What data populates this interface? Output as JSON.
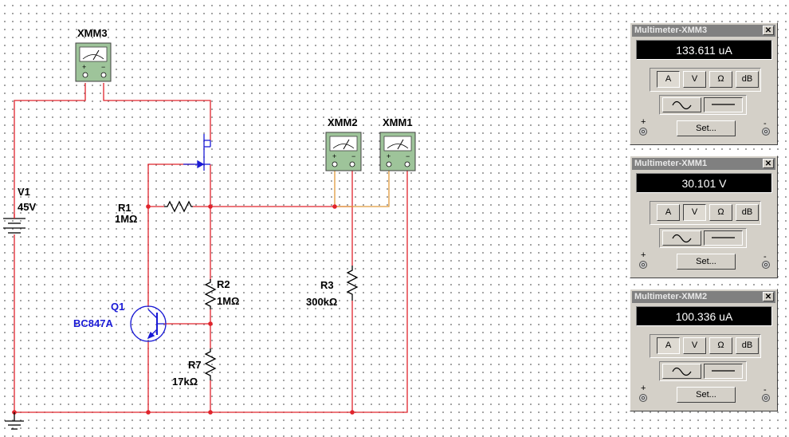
{
  "schematic": {
    "components": {
      "v1": {
        "ref": "V1",
        "value": "45V"
      },
      "r1": {
        "ref": "R1",
        "value": "1MΩ"
      },
      "r2": {
        "ref": "R2",
        "value": "1MΩ"
      },
      "r3": {
        "ref": "R3",
        "value": "300kΩ"
      },
      "r7": {
        "ref": "R7",
        "value": "17kΩ"
      },
      "q1": {
        "ref": "Q1",
        "value": "BC847A"
      }
    },
    "instruments": {
      "xmm1": {
        "ref": "XMM1"
      },
      "xmm2": {
        "ref": "XMM2"
      },
      "xmm3": {
        "ref": "XMM3"
      }
    },
    "colors": {
      "wire": "#e0242c",
      "wire_orange": "#e09a3c",
      "wire_blue": "#1a1ad6",
      "instrument_body": "#9ec49a"
    }
  },
  "multimeters": [
    {
      "title": "Multimeter-XMM3",
      "reading": "133.611 uA",
      "modes": [
        "A",
        "V",
        "Ω",
        "dB"
      ],
      "selected_mode": "A",
      "set_label": "Set...",
      "plus": "+",
      "minus": "-"
    },
    {
      "title": "Multimeter-XMM1",
      "reading": "30.101 V",
      "modes": [
        "A",
        "V",
        "Ω",
        "dB"
      ],
      "selected_mode": "V",
      "set_label": "Set...",
      "plus": "+",
      "minus": "-"
    },
    {
      "title": "Multimeter-XMM2",
      "reading": "100.336 uA",
      "modes": [
        "A",
        "V",
        "Ω",
        "dB"
      ],
      "selected_mode": "A",
      "set_label": "Set...",
      "plus": "+",
      "minus": "-"
    }
  ],
  "close_glyph": "✕",
  "wave_modes": [
    "ac-wave-icon",
    "dc-line-icon"
  ],
  "selected_wave": "dc-line-icon"
}
